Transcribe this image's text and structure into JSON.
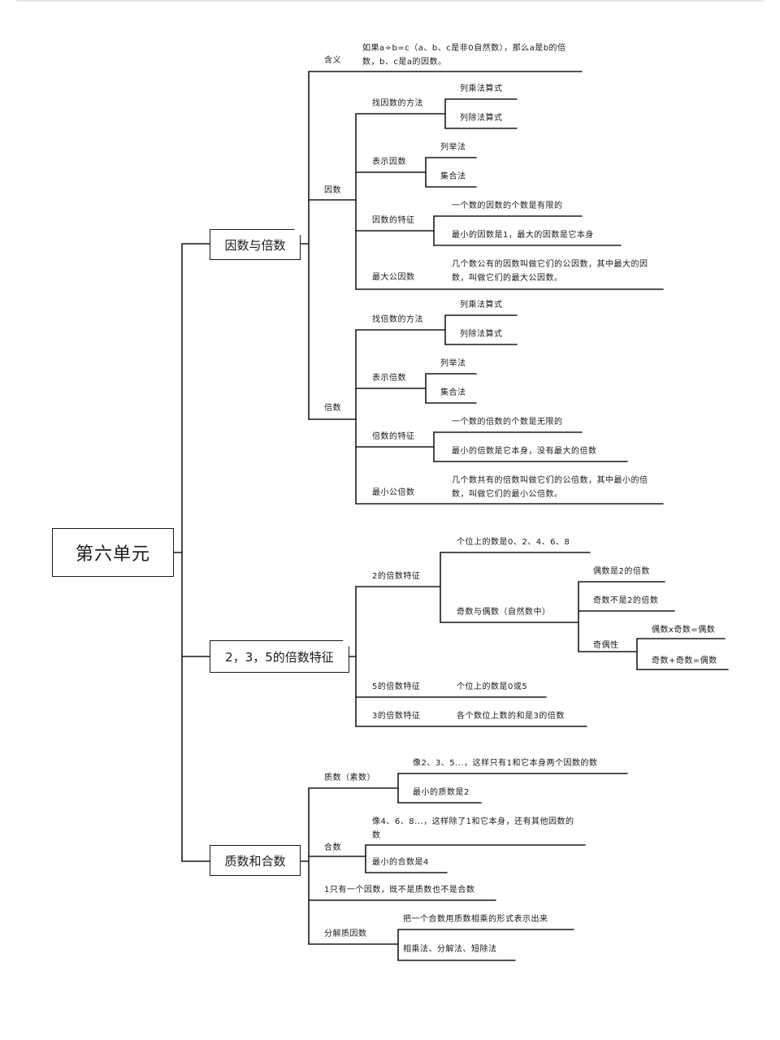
{
  "title": "第六单元",
  "factors_multiples": {
    "label": "因数与倍数",
    "meaning": {
      "label": "含义",
      "text": "如果a÷b=c（a、b、c是非0自然数），那么a是b的倍数，b、c是a的因数。"
    },
    "factor": {
      "label": "因数",
      "find": {
        "label": "找因数的方法",
        "items": [
          "列乘法算式",
          "列除法算式"
        ]
      },
      "show": {
        "label": "表示因数",
        "items": [
          "列举法",
          "集合法"
        ]
      },
      "traits": {
        "label": "因数的特征",
        "items": [
          "一个数的因数的个数是有限的",
          "最小的因数是1，最大的因数是它本身"
        ]
      },
      "gcd": {
        "label": "最大公因数",
        "text": "几个数公有的因数叫做它们的公因数，其中最大的因数，叫做它们的最大公因数。"
      }
    },
    "multiple": {
      "label": "倍数",
      "find": {
        "label": "找倍数的方法",
        "items": [
          "列乘法算式",
          "列除法算式"
        ]
      },
      "show": {
        "label": "表示倍数",
        "items": [
          "列举法",
          "集合法"
        ]
      },
      "traits": {
        "label": "倍数的特征",
        "items": [
          "一个数的倍数的个数是无限的",
          "最小的倍数是它本身，没有最大的倍数"
        ]
      },
      "lcm": {
        "label": "最小公倍数",
        "text": "几个数共有的倍数叫做它们的公倍数，其中最小的倍数，叫做它们的最小公倍数。"
      }
    }
  },
  "features_235": {
    "label": "2，3，5的倍数特征",
    "two": {
      "label": "2的倍数特征",
      "digits": "个位上的数是0、2、4、6、8",
      "odd_even": {
        "label": "奇数与偶数（自然数中）",
        "even": "偶数是2的倍数",
        "odd": "奇数不是2的倍数",
        "parity": {
          "label": "奇偶性",
          "items": [
            "偶数x奇数=偶数",
            "奇数+奇数=偶数"
          ]
        }
      }
    },
    "five": {
      "label": "5的倍数特征",
      "text": "个位上的数是0或5"
    },
    "three": {
      "label": "3的倍数特征",
      "text": "各个数位上数的和是3的倍数"
    }
  },
  "prime_composite": {
    "label": "质数和合数",
    "prime": {
      "label": "质数（素数）",
      "items": [
        "像2、3、5...，这样只有1和它本身两个因数的数",
        "最小的质数是2"
      ]
    },
    "composite": {
      "label": "合数",
      "items": [
        "像4、6、8...，这样除了1和它本身，还有其他因数的数",
        "最小的合数是4"
      ]
    },
    "one": "1只有一个因数，既不是质数也不是合数",
    "factorize": {
      "label": "分解质因数",
      "items": [
        "把一个合数用质数相乘的形式表示出来",
        "相乘法、分解法、短除法"
      ]
    }
  },
  "colors": {
    "ink": "#1a1a1a",
    "paper": "#ffffff"
  }
}
